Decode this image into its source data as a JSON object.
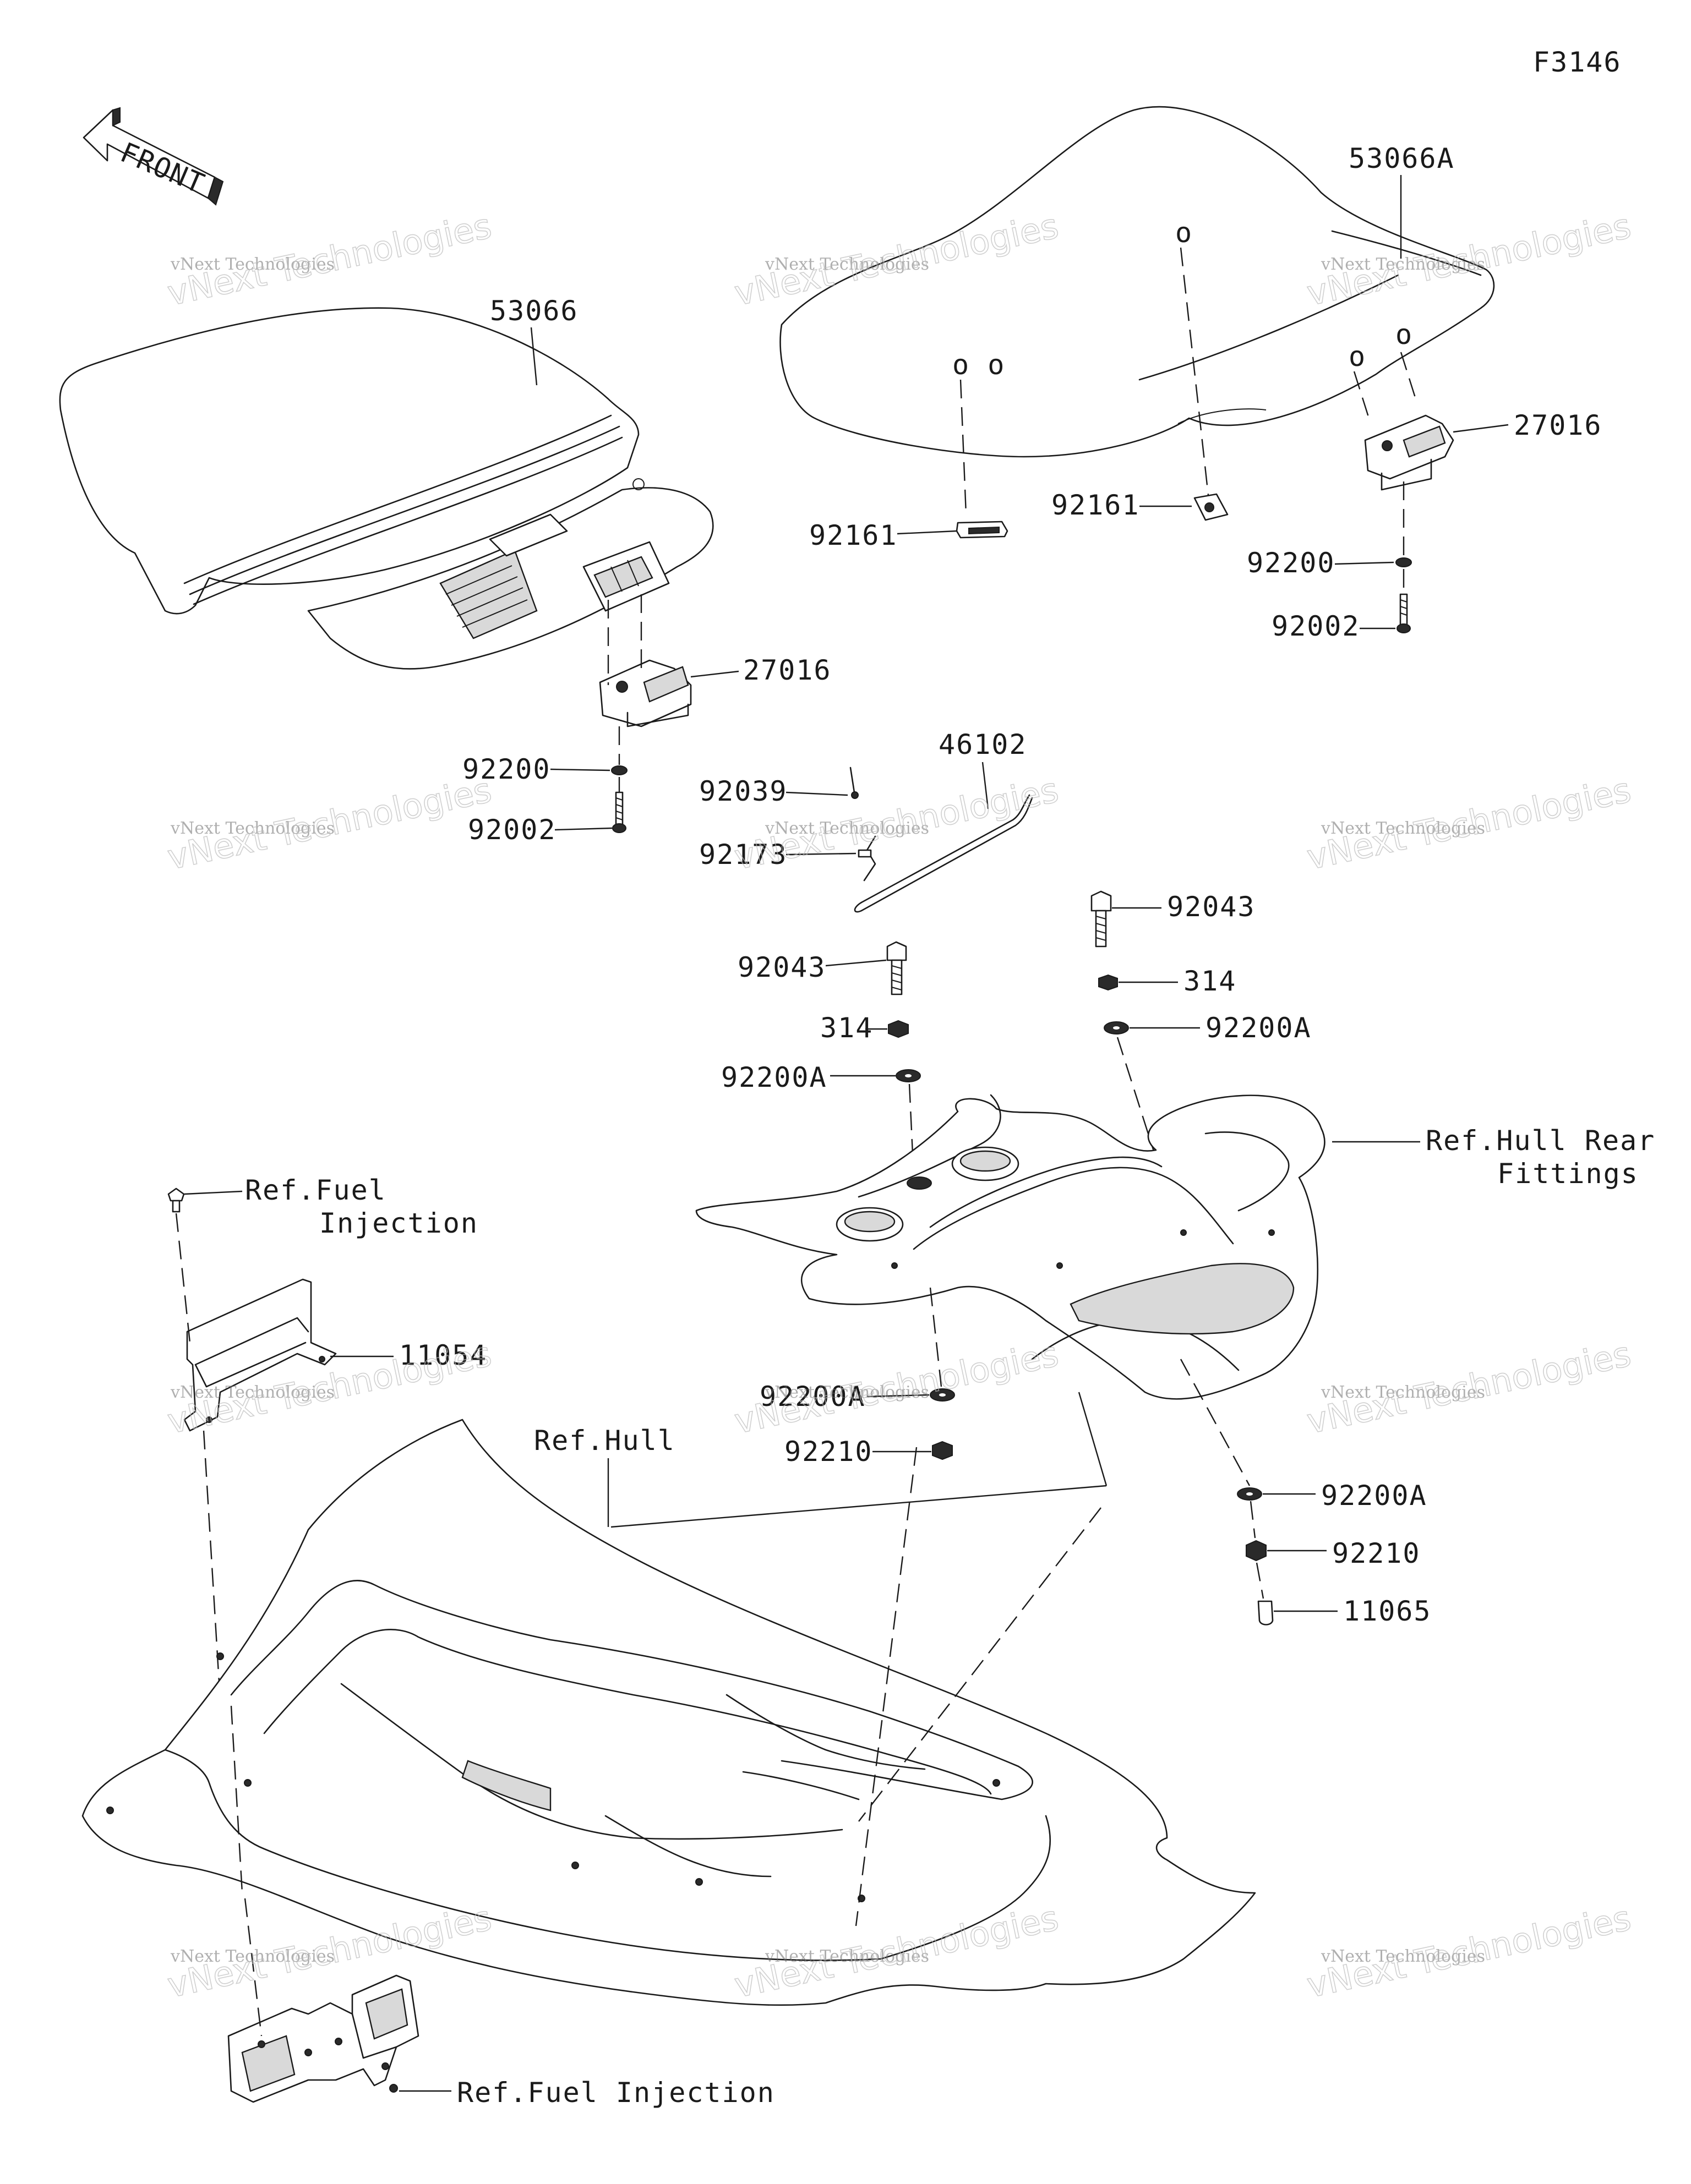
{
  "figure_code": "F3146",
  "front_arrow_text": "FRONT",
  "watermark": {
    "small": "vNext Technologies",
    "large": "vNext Technologies"
  },
  "labels": {
    "seat_rear": "53066A",
    "seat_front": "53066",
    "stopper_rear": "27016",
    "stopper_front": "27016",
    "clip_rear_left": "92161",
    "clip_rear_mid": "92161",
    "washer_rear_a": "92200",
    "bolt_rear": "92002",
    "washer_front_a": "92200",
    "bolt_front": "92002",
    "rod": "46102",
    "spring_92039": "92039",
    "part_92173": "92173",
    "bolt_left_a": "92043",
    "bolt_right_a": "92043",
    "nut_314_left": "314",
    "nut_314_right": "314",
    "washer_92200A_left": "92200A",
    "washer_92200A_right": "92200A",
    "washer_92200A_lower": "92200A",
    "nut_92210_left": "92210",
    "washer_92200A_bottom": "92200A",
    "nut_92210_right": "92210",
    "cap_11065": "11065",
    "ref_hull_rear_1": "Ref.Hull Rear",
    "ref_hull_rear_2": "Fittings",
    "ref_fuel_1": "Ref.Fuel",
    "ref_fuel_2": "Injection",
    "bracket_11054": "11054",
    "ref_hull": "Ref.Hull",
    "ref_fuel_bottom": "Ref.Fuel Injection"
  }
}
